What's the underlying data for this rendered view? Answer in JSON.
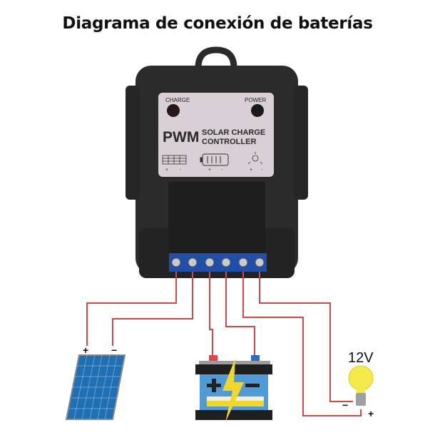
{
  "title": "Diagrama de conexión de baterías",
  "controller": {
    "charge_label": "CHARGE",
    "power_label": "POWER",
    "pwm": "PWM",
    "line1": "SOLAR CHARGE",
    "line2": "CONTROLLER",
    "plus": "+",
    "minus": "-"
  },
  "solar_panel": {
    "plus": "+",
    "minus": "−"
  },
  "lamp": {
    "voltage": "12V",
    "plus": "+",
    "minus": "−"
  },
  "colors": {
    "wire": "#d04848",
    "body": "#2b2b2b",
    "panel": "#d8d0d6",
    "terminal": "#1f4fa8",
    "solar": "#1f6fb3",
    "battery": "#4f9bd8",
    "bolt": "#f2d62a"
  }
}
